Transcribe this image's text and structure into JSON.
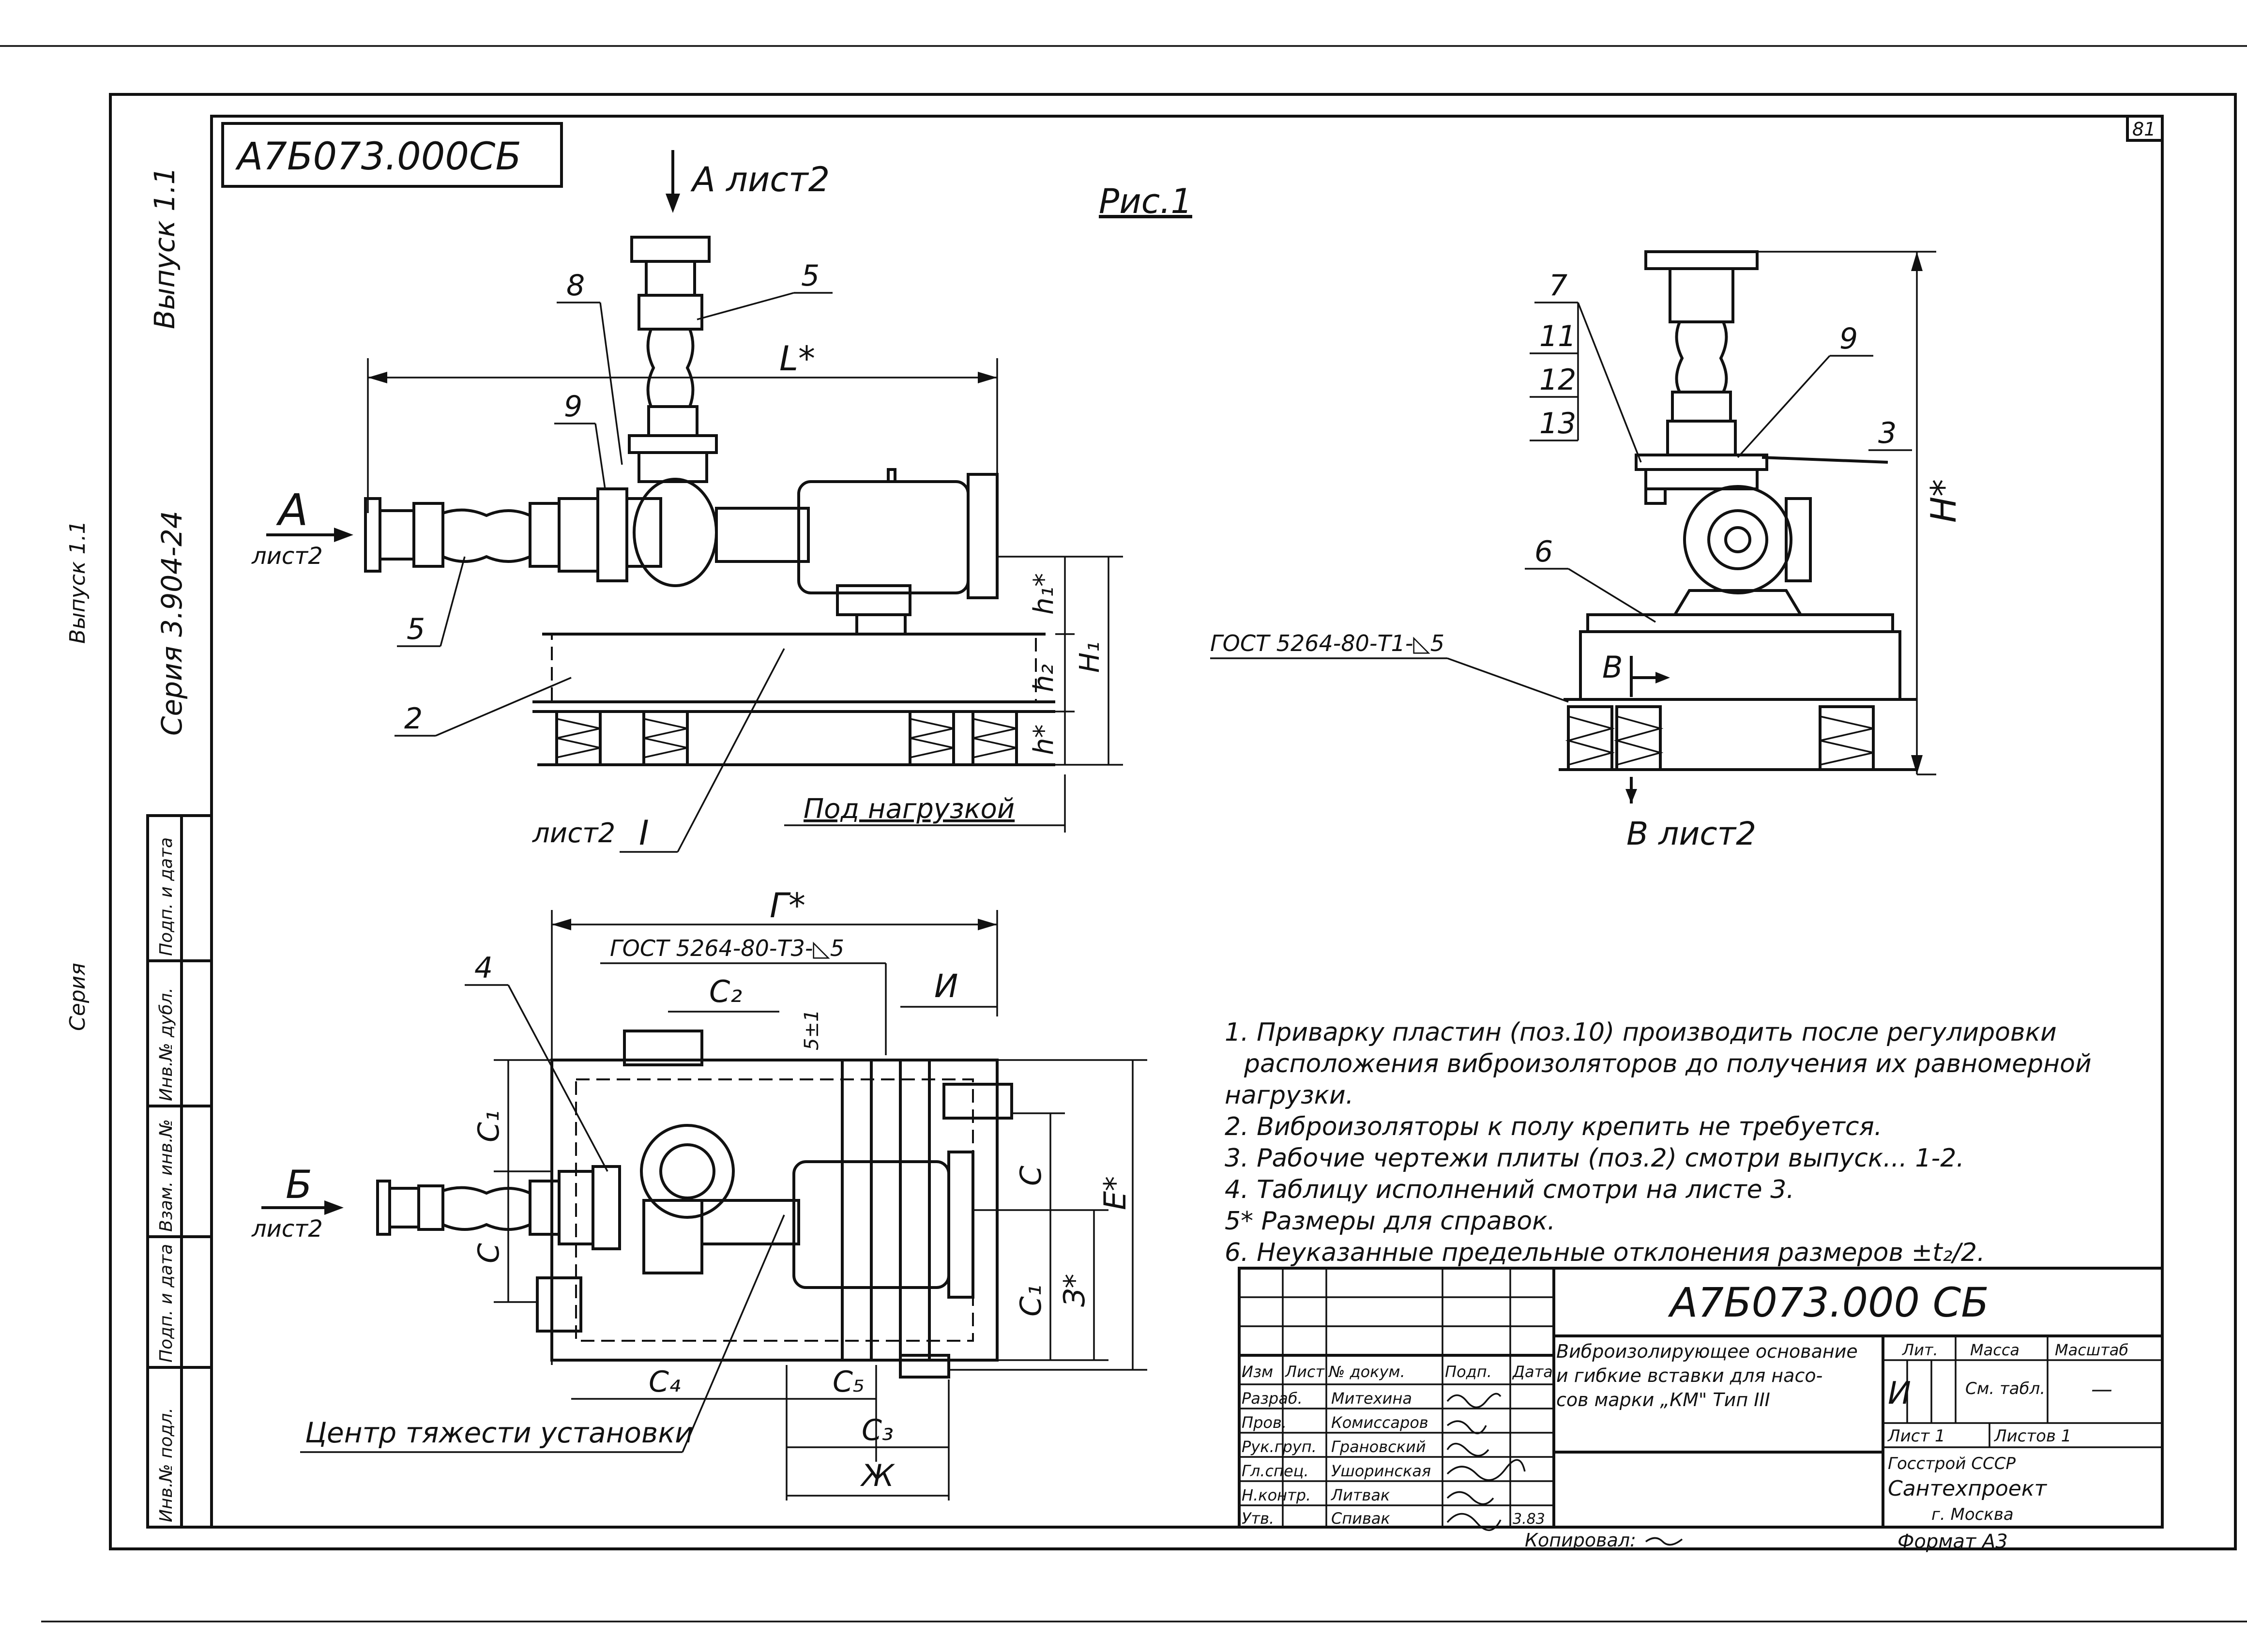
{
  "drawing": {
    "code_top": "А7Б073.000СБ",
    "sheet_number": "81",
    "figure_title": "Рис.1",
    "margin_texts": [
      "Выпуск 1.1",
      "Серия 3.904-24",
      "Выпуск 1.1",
      "Серия"
    ],
    "side_stamp_columns": [
      "Инв.№ подл.",
      "Подп. и дата",
      "Взам. инв.№",
      "Инв.№ дубл.",
      "Подп. и дата"
    ],
    "front_view": {
      "section_arrow_top": "А лист2",
      "section_arrow_left": "А",
      "section_arrow_left_sub": "лист2",
      "dimension_length": "L*",
      "dim_h1_star": "h₁*",
      "dim_h2": "h₂",
      "dim_H1": "H₁",
      "dim_h_star": "h*",
      "under_load": "Под нагрузкой",
      "detail_ref": "лист2",
      "detail_roman": "I",
      "callouts": [
        "8",
        "9",
        "5",
        "5",
        "2"
      ]
    },
    "side_view": {
      "callouts": [
        "7",
        "11",
        "12",
        "13",
        "9",
        "3",
        "6"
      ],
      "weld_note": "ГОСТ 5264-80-Т1-◺5",
      "section_b": "В",
      "section_b_ref": "В лист2",
      "dim_H": "H*"
    },
    "plan_view": {
      "dim_G": "Г*",
      "weld_note": "ГОСТ 5264-80-Т3-◺5",
      "dim_C2": "С₂",
      "dim_5": "5±1",
      "dim_I": "И",
      "dim_C1_left": "С₁",
      "dim_C_left": "С",
      "dim_C_right": "С",
      "dim_C1_right": "С₁",
      "dim_Z": "З*",
      "dim_E": "Е*",
      "dim_C4": "С₄",
      "dim_C5": "С₅",
      "dim_C3": "С₃",
      "dim_Zh": "Ж",
      "arrow_b": "Б",
      "arrow_b_sub": "лист2",
      "callout_4": "4",
      "center_label": "Центр тяжести установки"
    },
    "notes": [
      "1. Приварку пластин (поз.10) производить после регулировки",
      "расположения виброизоляторов до получения их равномерной",
      "нагрузки.",
      "2. Виброизоляторы к полу крепить не требуется.",
      "3. Рабочие чертежи плиты (поз.2) смотри выпуск... 1-2.",
      "4. Таблицу исполнений смотри на листе 3.",
      "5* Размеры для справок.",
      "6. Неуказанные предельные отклонения размеров ±t₂/2."
    ],
    "title_block": {
      "code": "А7Б073.000 СБ",
      "name_lines": [
        "Виброизолирующее основание",
        "и гибкие вставки для насо-",
        "сов марки „КМ\" Тип III"
      ],
      "header_lit": "Лит.",
      "header_mass": "Масса",
      "header_scale": "Масштаб",
      "lit_value": "И",
      "mass_value": "См. табл.",
      "scale_value": "—",
      "sheet": "Лист 1",
      "sheets": "Листов 1",
      "org_lines": [
        "Госстрой СССР",
        "Сантехпроект",
        "г. Москва"
      ],
      "rev_headers": [
        "Изм",
        "Лист",
        "№ докум.",
        "Подп.",
        "Дата"
      ],
      "roles": [
        "Разраб.",
        "Пров.",
        "Рук.груп.",
        "Гл.спец.",
        "Н.контр.",
        "Утв."
      ],
      "people": [
        "Митехина",
        "Комиссаров",
        "Грановский",
        "Ушоринская",
        "Литвак",
        "Спивак"
      ],
      "date_value": "3.83",
      "copied": "Копировал:",
      "format": "Формат А3"
    }
  }
}
